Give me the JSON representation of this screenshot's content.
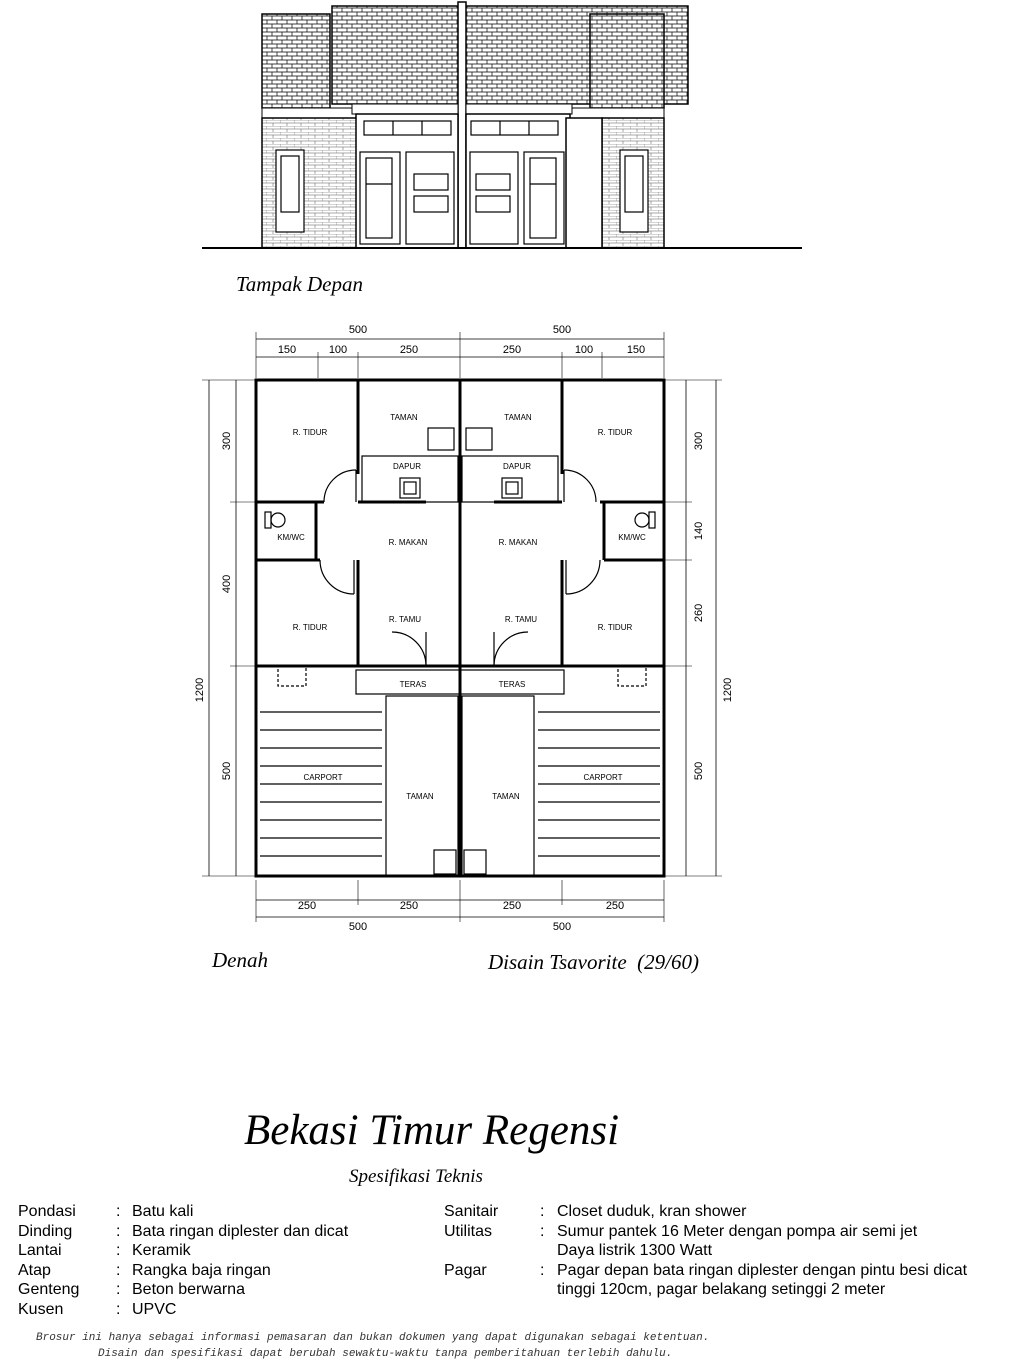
{
  "elevation": {
    "caption": "Tampak Depan"
  },
  "plan": {
    "caption": "Denah",
    "design_caption": "Disain Tsavorite  (29/60)",
    "dims_top": {
      "overall": [
        "500",
        "500"
      ],
      "segments": [
        "150",
        "100",
        "250",
        "250",
        "100",
        "150"
      ]
    },
    "dims_bottom": {
      "segments": [
        "250",
        "250",
        "250",
        "250"
      ],
      "overall": [
        "500",
        "500"
      ]
    },
    "dims_left": {
      "a": "300",
      "b": "400",
      "c": "500",
      "total": "1200"
    },
    "dims_right": {
      "a": "300",
      "b": "140",
      "c": "260",
      "d": "500",
      "total": "1200"
    },
    "rooms": {
      "tidur": "R. TIDUR",
      "taman": "TAMAN",
      "dapur": "DAPUR",
      "kmwc": "KM/WC",
      "makan": "R. MAKAN",
      "tamu": "R. TAMU",
      "teras": "TERAS",
      "carport": "CARPORT"
    }
  },
  "title": "Bekasi Timur Regensi",
  "subtitle": "Spesifikasi Teknis",
  "specs_left": [
    {
      "label": "Pondasi",
      "value": "Batu kali"
    },
    {
      "label": "Dinding",
      "value": "Bata ringan diplester dan dicat"
    },
    {
      "label": "Lantai",
      "value": "Keramik"
    },
    {
      "label": "Atap",
      "value": "Rangka baja ringan"
    },
    {
      "label": "Genteng",
      "value": "Beton berwarna"
    },
    {
      "label": "Kusen",
      "value": "UPVC"
    }
  ],
  "specs_right": [
    {
      "label": "Sanitair",
      "value": "Closet duduk, kran shower"
    },
    {
      "label": "Utilitas",
      "value": "Sumur pantek 16 Meter dengan pompa air semi jet"
    },
    {
      "label": "",
      "value": "Daya listrik 1300 Watt"
    },
    {
      "label": "Pagar",
      "value": "Pagar depan bata ringan diplester dengan pintu besi dicat"
    },
    {
      "label": "",
      "value": "tinggi 120cm, pagar belakang setinggi 2 meter"
    }
  ],
  "colon": ":",
  "disclaimer": [
    "Brosur ini hanya sebagai informasi pemasaran dan bukan dokumen yang dapat digunakan sebagai ketentuan.",
    "Disain dan spesifikasi dapat berubah sewaktu-waktu tanpa pemberitahuan terlebih dahulu."
  ]
}
